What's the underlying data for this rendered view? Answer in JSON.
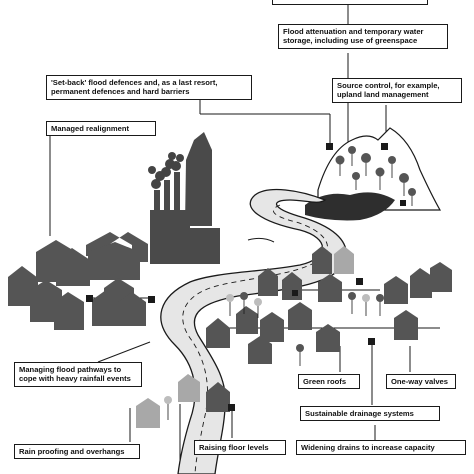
{
  "colors": {
    "line": "#1a1a1a",
    "house_dark": "#555555",
    "house_mid": "#6e6e6e",
    "house_light": "#a8a8a8",
    "factory": "#4a4a4a",
    "smoke": "#444444",
    "river_fill": "#e6e6e6",
    "water": "#2e2e2e",
    "hill_fill": "#ffffff",
    "tree_light": "#bdbdbd",
    "tree_dark": "#555555"
  },
  "labels": {
    "flood_attenuation": "Flood attenuation and temporary water\nstorage, including use of greenspace",
    "setback_defences": "'Set-back' flood defences and, as a last resort,\npermanent defences and hard barriers",
    "source_control": "Source control, for example,\nupland land management",
    "managed_realignment": "Managed realignment",
    "managing_pathways": "Managing flood pathways to\ncope with heavy rainfall events",
    "green_roofs": "Green roofs",
    "one_way_valves": "One-way valves",
    "sustainable_drainage": "Sustainable drainage systems",
    "rain_proofing": "Rain proofing and overhangs",
    "raising_floor": "Raising floor levels",
    "widening_drains": "Widening drains to increase capacity"
  }
}
